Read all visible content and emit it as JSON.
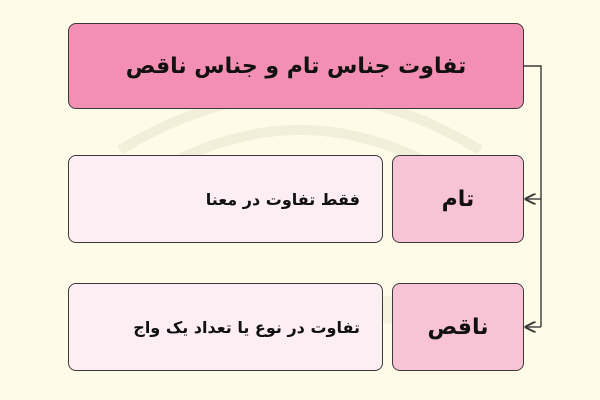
{
  "diagram": {
    "title": "تفاوت جناس تام و جناس ناقص",
    "rows": [
      {
        "label": "تام",
        "description": "فقط تفاوت در معنا"
      },
      {
        "label": "ناقص",
        "description": "تفاوت در نوع یا تعداد یک واج"
      }
    ]
  },
  "colors": {
    "background": "#fefce8",
    "title_fill": "#f48fb4",
    "label_fill": "#f9c3d6",
    "description_fill": "#fdeef3",
    "outline": "#3a3a3a"
  }
}
